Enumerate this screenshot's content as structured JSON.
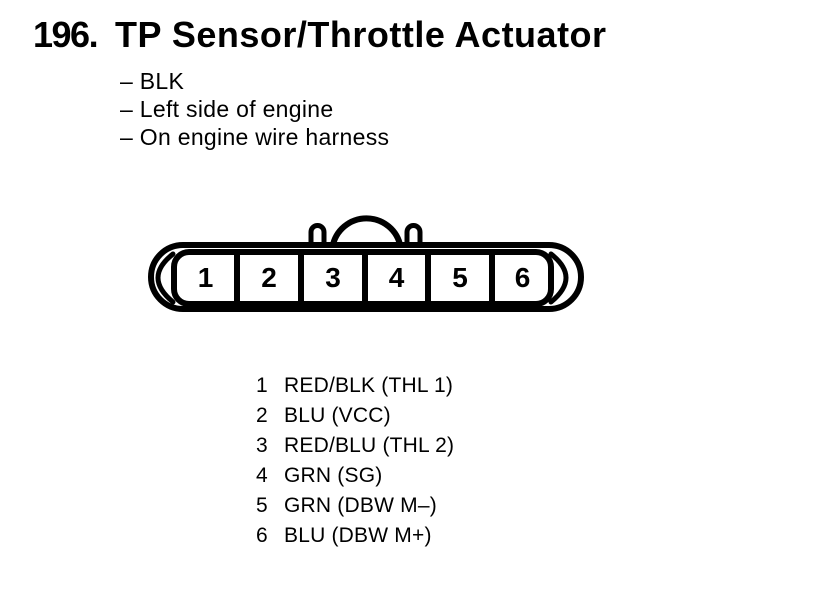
{
  "colors": {
    "ink": "#000000",
    "paper": "#ffffff"
  },
  "header": {
    "number": "196.",
    "title": "TP Sensor/Throttle Actuator"
  },
  "notes": [
    "– BLK",
    "– Left side of engine",
    "– On engine wire harness"
  ],
  "connector": {
    "description": "6-cavity connector, front view",
    "cavities": [
      "1",
      "2",
      "3",
      "4",
      "5",
      "6"
    ]
  },
  "pins": [
    {
      "num": "1",
      "label": "RED/BLK (THL 1)"
    },
    {
      "num": "2",
      "label": "BLU (VCC)"
    },
    {
      "num": "3",
      "label": "RED/BLU (THL 2)"
    },
    {
      "num": "4",
      "label": "GRN (SG)"
    },
    {
      "num": "5",
      "label": "GRN (DBW M–)"
    },
    {
      "num": "6",
      "label": "BLU (DBW M+)"
    }
  ]
}
